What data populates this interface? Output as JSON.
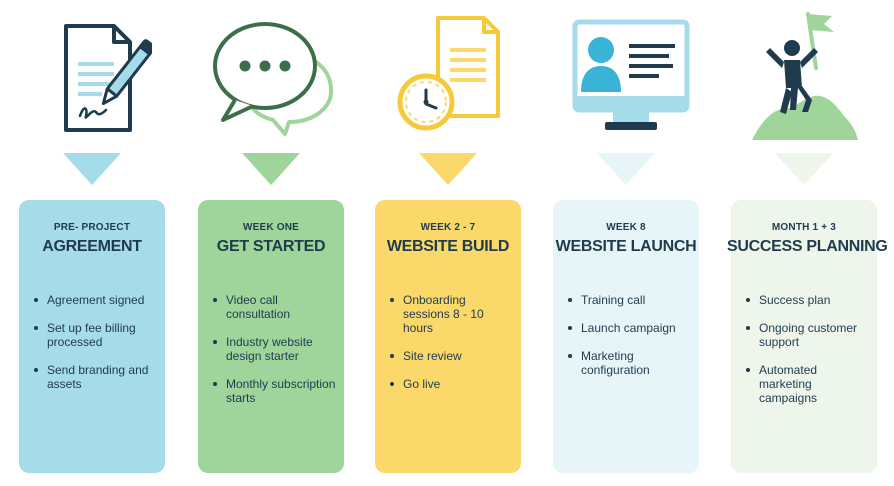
{
  "colors": {
    "blue": "#a6dbea",
    "green": "#9fd49a",
    "yellow": "#fbd86a",
    "pale": "#e8f5f8",
    "paler": "#eef6ec",
    "ink": "#1f3b4d"
  },
  "steps": [
    {
      "icon": "contract-signing-icon",
      "phase": "PRE- PROJECT",
      "title": "AGREEMENT",
      "items": [
        "Agreement signed",
        "Set up fee billing processed",
        "Send branding and assets"
      ]
    },
    {
      "icon": "chat-bubbles-icon",
      "phase": "WEEK ONE",
      "title": "GET STARTED",
      "items": [
        "Video call consultation",
        "Industry website design starter",
        "Monthly subscription starts"
      ]
    },
    {
      "icon": "document-clock-icon",
      "phase": "WEEK 2 - 7",
      "title": "WEBSITE BUILD",
      "items": [
        "Onboarding sessions 8 - 10 hours",
        "Site review",
        "Go live"
      ]
    },
    {
      "icon": "monitor-profile-icon",
      "phase": "WEEK 8",
      "title": "WEBSITE LAUNCH",
      "items": [
        "Training call",
        "Launch campaign",
        "Marketing configuration"
      ]
    },
    {
      "icon": "summit-flag-icon",
      "phase": "MONTH 1 + 3",
      "title": "SUCCESS PLANNING",
      "items": [
        "Success plan",
        "Ongoing customer support",
        "Automated marketing campaigns"
      ]
    }
  ]
}
